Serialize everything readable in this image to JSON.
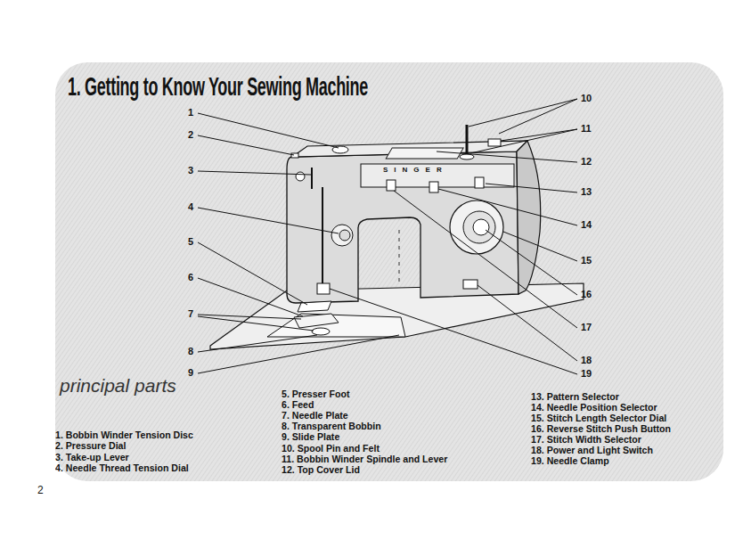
{
  "diagram": {
    "title": "1. Getting to Know Your Sewing Machine",
    "labels": [
      "1",
      "2",
      "3",
      "4",
      "5",
      "6",
      "7",
      "8",
      "9",
      "10",
      "11",
      "12",
      "13",
      "14",
      "15",
      "16",
      "17",
      "18",
      "19",
      "principal parts",
      "1. Bobbin Winder Tension Disc",
      "2. Pressure Dial",
      "3. Take-up Lever",
      "4. Needle Thread Tension Dial",
      "5. Presser Foot",
      "6. Feed",
      "7. Needle Plate",
      "8. Transparent Bobbin",
      "9. Slide Plate",
      "10. Spool Pin and Felt",
      "11. Bobbin Winder Spindle and Lever",
      "12. Top Cover Lid",
      "13. Pattern Selector",
      "14. Needle Position Selector",
      "15. Stitch Length Selector Dial",
      "16. Reverse Stitch Push Button",
      "17. Stitch Width Selector",
      "18. Power and Light Switch",
      "19. Needle Clamp",
      "SINGER",
      "2"
    ]
  }
}
